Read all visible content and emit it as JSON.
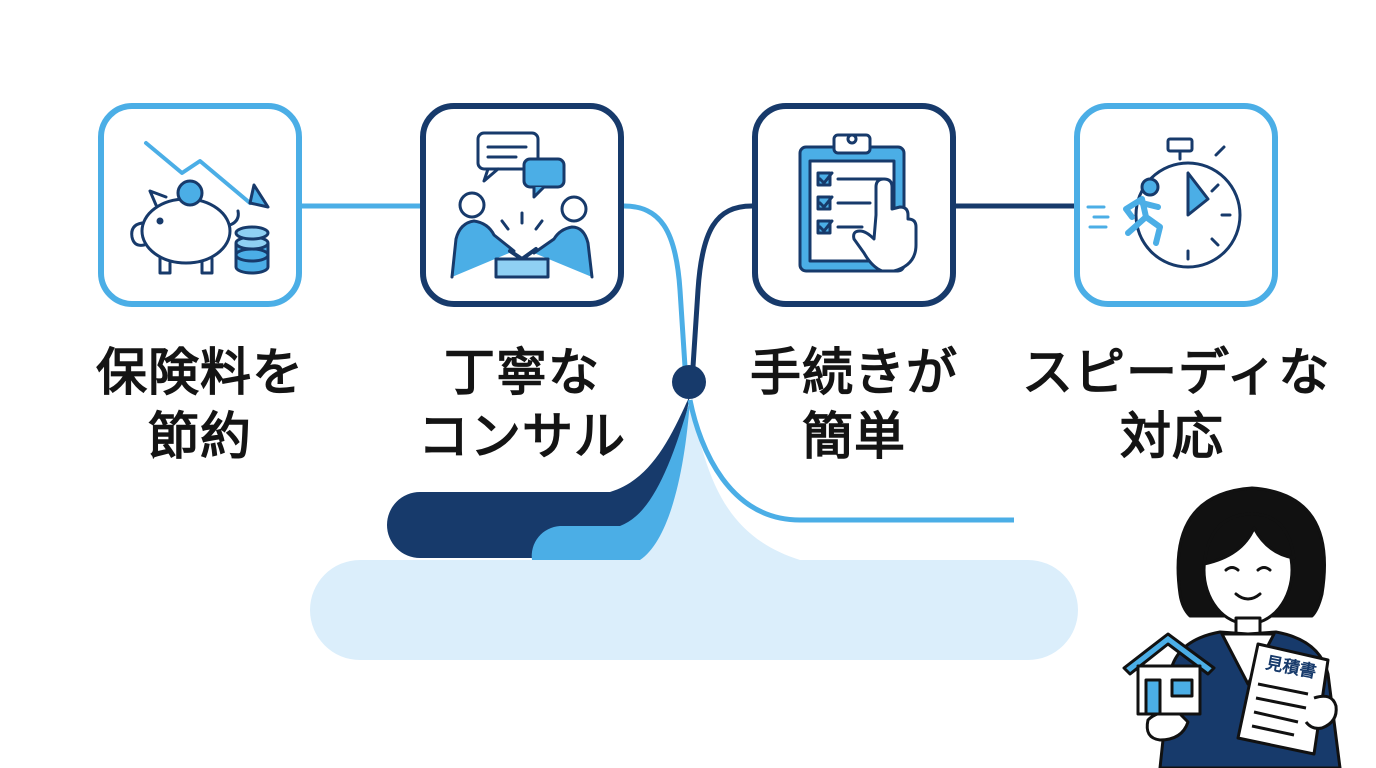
{
  "features": [
    {
      "id": "save",
      "icon": "piggy-bank-icon",
      "line1": "保険料を",
      "line2": "節約",
      "border": "#4baee6"
    },
    {
      "id": "consult",
      "icon": "handshake-consultation-icon",
      "line1": "丁寧な",
      "line2": "コンサル",
      "border": "#173a6b"
    },
    {
      "id": "procedure",
      "icon": "checklist-clipboard-icon",
      "line1": "手続きが",
      "line2": "簡単",
      "border": "#173a6b"
    },
    {
      "id": "speed",
      "icon": "stopwatch-runner-icon",
      "line1": "スピーディな",
      "line2": "対応",
      "border": "#4baee6"
    }
  ],
  "person": {
    "icon": "agent-woman-icon",
    "document_label": "見積書",
    "house_icon": "house-icon"
  },
  "colors": {
    "navy": "#173a6b",
    "blue": "#4baee6",
    "pale": "#d7ecfa",
    "text": "#141414"
  }
}
